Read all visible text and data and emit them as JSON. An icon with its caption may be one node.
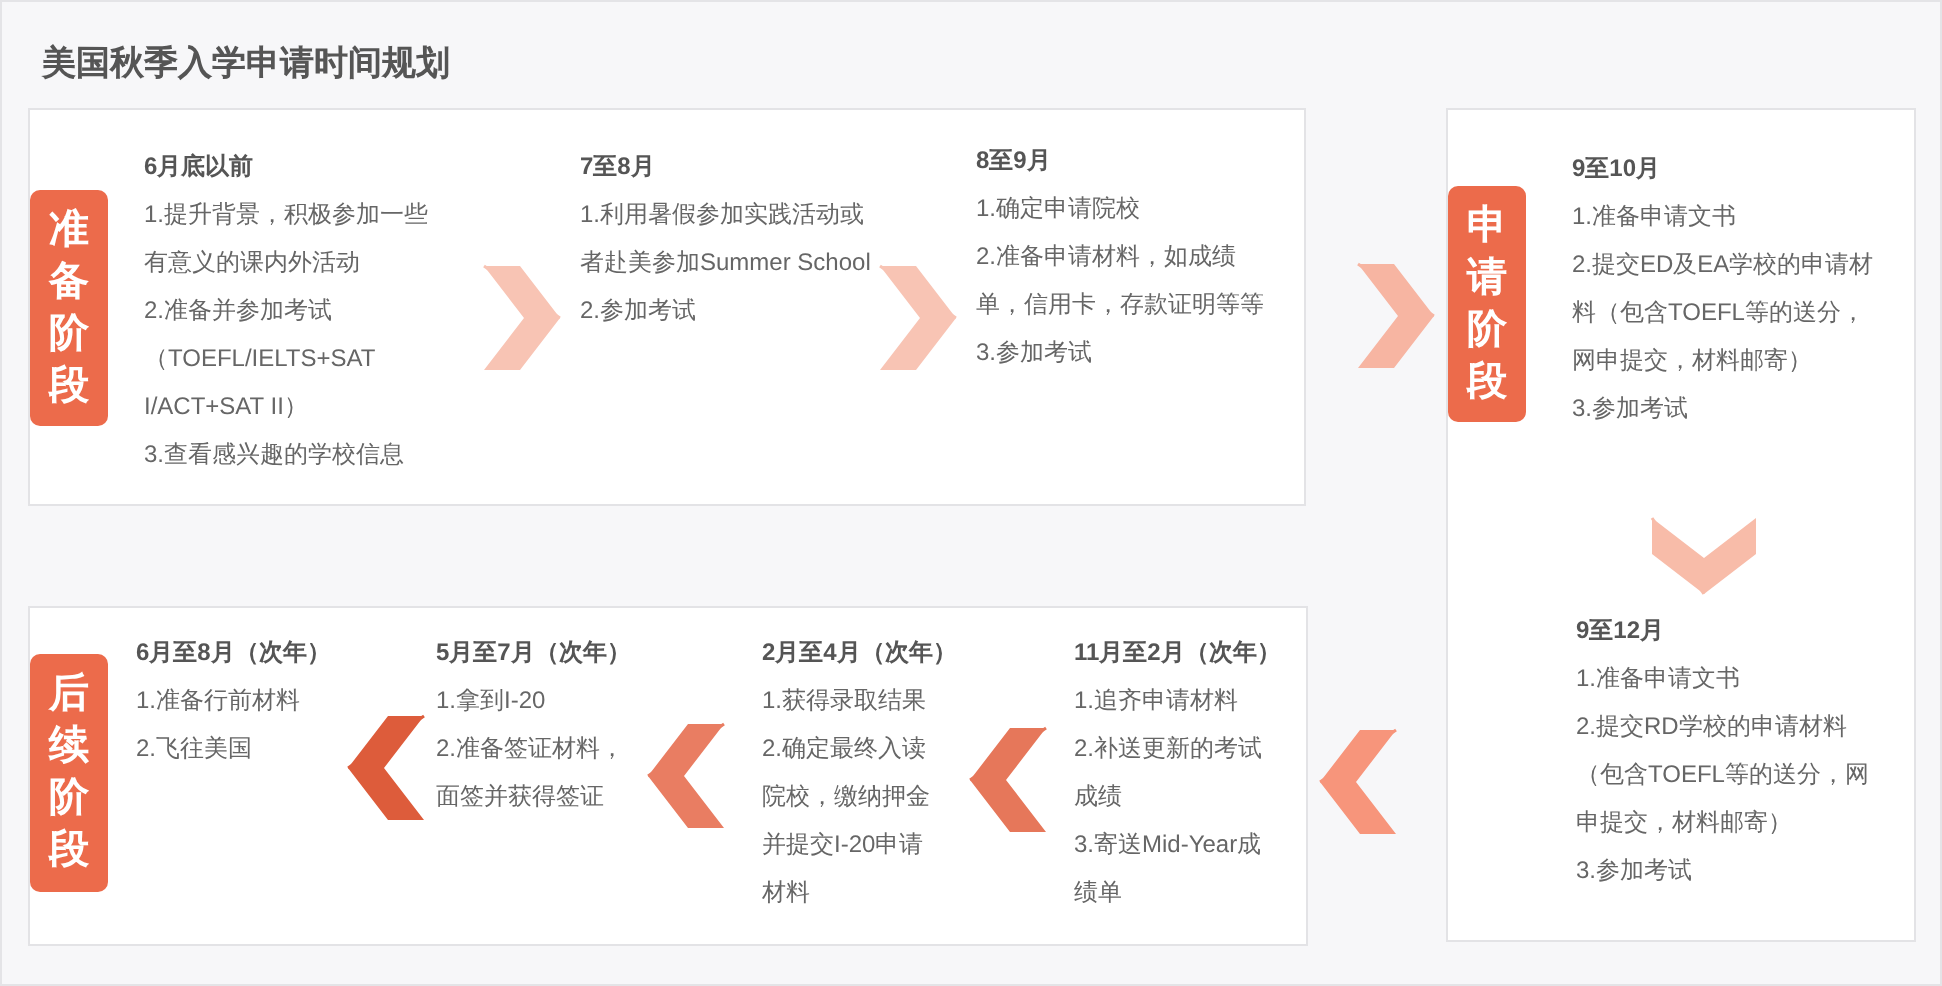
{
  "diagram": {
    "title": "美国秋季入学申请时间规划",
    "nodes": [
      {
        "text": [],
        "shape": "box"
      },
      {
        "text": [
          "准备阶段"
        ],
        "in": 0
      },
      {
        "text": [
          "6月底以前",
          "1.提升背景，积极参加一些有意义的课内外活动",
          "2.准备并参加考试（TOEFL/IELTS+SAT I/ACT+SAT II）",
          "3.查看感兴趣的学校信息"
        ],
        "in": 0
      },
      {
        "text": [
          "7至8月",
          "1.利用暑假参加实践活动或者赴美参加Summer School",
          "2.参加考试"
        ],
        "in": 0
      },
      {
        "text": [
          "8至9月",
          "1.确定申请院校",
          "2.准备申请材料，如成绩单，信用卡，存款证明等等",
          "3.参加考试"
        ],
        "in": 0
      },
      {
        "text": [],
        "shape": "box"
      },
      {
        "text": [
          "申请阶段"
        ],
        "in": 5
      },
      {
        "text": [
          "9至10月",
          "1.准备申请文书",
          "2.提交ED及EA学校的申请材料（包含TOEFL等的送分，网申提交，材料邮寄）",
          "3.参加考试"
        ],
        "in": 5
      },
      {
        "text": [
          "9至12月",
          "1.准备申请文书",
          "2.提交RD学校的申请材料（包含TOEFL等的送分，网申提交，材料邮寄）",
          "3.参加考试"
        ],
        "in": 5
      },
      {
        "text": [],
        "shape": "box"
      },
      {
        "text": [
          "后续阶段"
        ],
        "in": 9
      },
      {
        "text": [
          "6月至8月（次年）",
          "1.准备行前材料",
          "2.飞往美国"
        ],
        "in": 9
      },
      {
        "text": [
          "5月至7月（次年）",
          "1.拿到I-20",
          "2.准备签证材料，面签并获得签证"
        ],
        "in": 9
      },
      {
        "text": [
          "2月至4月（次年）",
          "1.获得录取结果",
          "2.确定最终入读院校，缴纳押金并提交I-20申请材料"
        ],
        "in": 9
      },
      {
        "text": [
          "11月至2月（次年）",
          "1.追齐申请材料",
          "2.补送更新的考试成绩",
          "3.寄送Mid-Year成绩单"
        ],
        "in": 9
      }
    ],
    "edges": [
      {
        "from": 2,
        "to": 3,
        "arrow": "to",
        "color": "#f8c4b4"
      },
      {
        "from": 3,
        "to": 4,
        "arrow": "to",
        "color": "#f8c4b4"
      },
      {
        "from": 0,
        "to": 5,
        "arrow": "to",
        "color": "#f7b5a2"
      },
      {
        "from": 7,
        "to": 8,
        "arrow": "to",
        "color": "#f8bca9"
      },
      {
        "from": 5,
        "to": 9,
        "arrow": "to",
        "color": "#f7957b"
      },
      {
        "from": 14,
        "to": 13,
        "arrow": "to",
        "color": "#e6775a"
      },
      {
        "from": 13,
        "to": 12,
        "arrow": "to",
        "color": "#e97d62"
      },
      {
        "from": 12,
        "to": 11,
        "arrow": "to",
        "color": "#dd5c3b"
      }
    ]
  }
}
